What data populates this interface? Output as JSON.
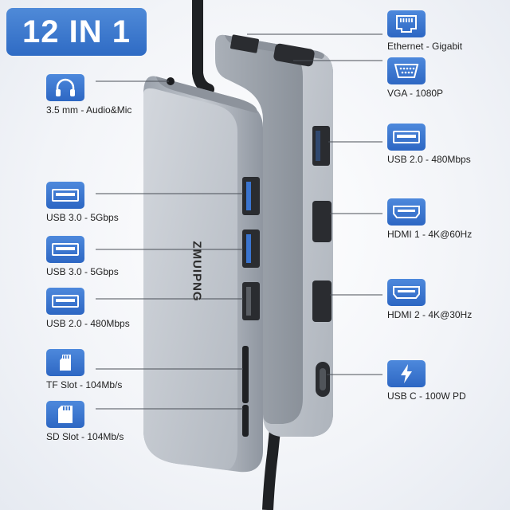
{
  "badge": {
    "text": "12 IN 1"
  },
  "brand": "ZMUIPNG",
  "ports_left": [
    {
      "icon": "headphone-icon",
      "label": "3.5 mm - Audio&Mic"
    },
    {
      "icon": "usb-port-icon",
      "label": "USB 3.0 - 5Gbps"
    },
    {
      "icon": "usb-port-icon",
      "label": "USB 3.0 - 5Gbps"
    },
    {
      "icon": "usb-port-icon",
      "label": "USB 2.0 - 480Mbps"
    },
    {
      "icon": "tf-card-icon",
      "label": "TF Slot - 104Mb/s"
    },
    {
      "icon": "sd-card-icon",
      "label": "SD Slot - 104Mb/s"
    }
  ],
  "ports_right": [
    {
      "icon": "ethernet-port-icon",
      "label": "Ethernet - Gigabit"
    },
    {
      "icon": "vga-port-icon",
      "label": "VGA - 1080P"
    },
    {
      "icon": "usb-port-icon",
      "label": "USB 2.0 - 480Mbps"
    },
    {
      "icon": "hdmi-port-icon",
      "label": "HDMI 1 - 4K@60Hz"
    },
    {
      "icon": "hdmi-port-icon",
      "label": "HDMI 2 - 4K@30Hz"
    },
    {
      "icon": "lightning-icon",
      "label": "USB C - 100W PD"
    }
  ],
  "colors": {
    "accent": "#3a76cf",
    "hub_body": "#a9afb8",
    "hub_face": "#c9ced5",
    "port": "#2a2c30"
  }
}
